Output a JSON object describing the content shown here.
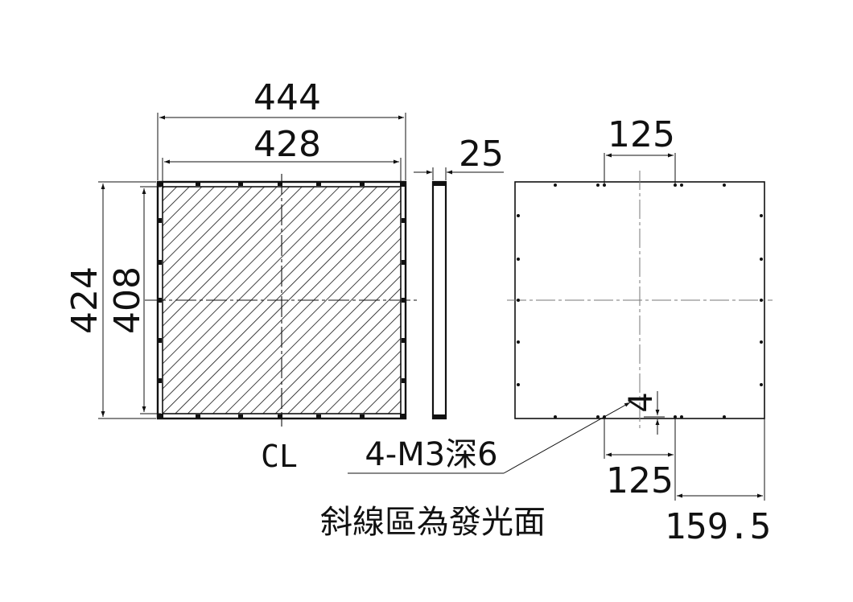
{
  "colors": {
    "ink": "#111111",
    "paper": "#ffffff"
  },
  "front_view": {
    "dim_outer_width": "444",
    "dim_inner_width": "428",
    "dim_outer_height": "424",
    "dim_inner_height": "408",
    "centerline_label": "CL"
  },
  "side_view": {
    "dim_thickness": "25"
  },
  "rear_view": {
    "dim_top_spacing": "125",
    "dim_bottom_spacing": "125",
    "dim_edge_offset": "159.5",
    "dim_hole_offset": "4",
    "thread_note": "4-M3深6"
  },
  "notes": {
    "hatch_legend": "斜線區為發光面"
  }
}
